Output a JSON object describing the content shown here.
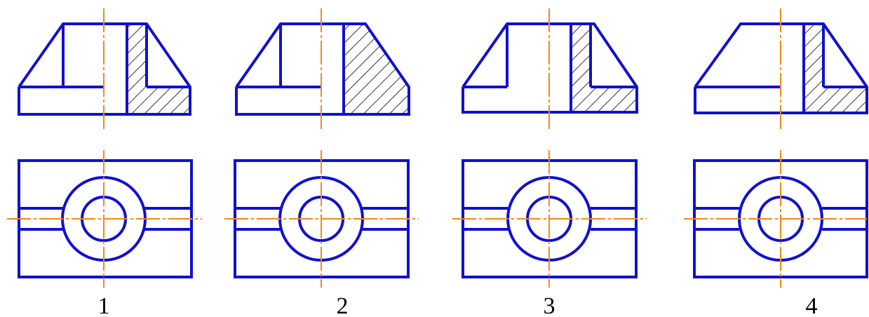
{
  "colors": {
    "outline": "#1010d0",
    "centerline": "#f08a18",
    "hatch": "#000000",
    "label": "#000000"
  },
  "options": [
    {
      "label": "1"
    },
    {
      "label": "2"
    },
    {
      "label": "3"
    },
    {
      "label": "4"
    }
  ]
}
